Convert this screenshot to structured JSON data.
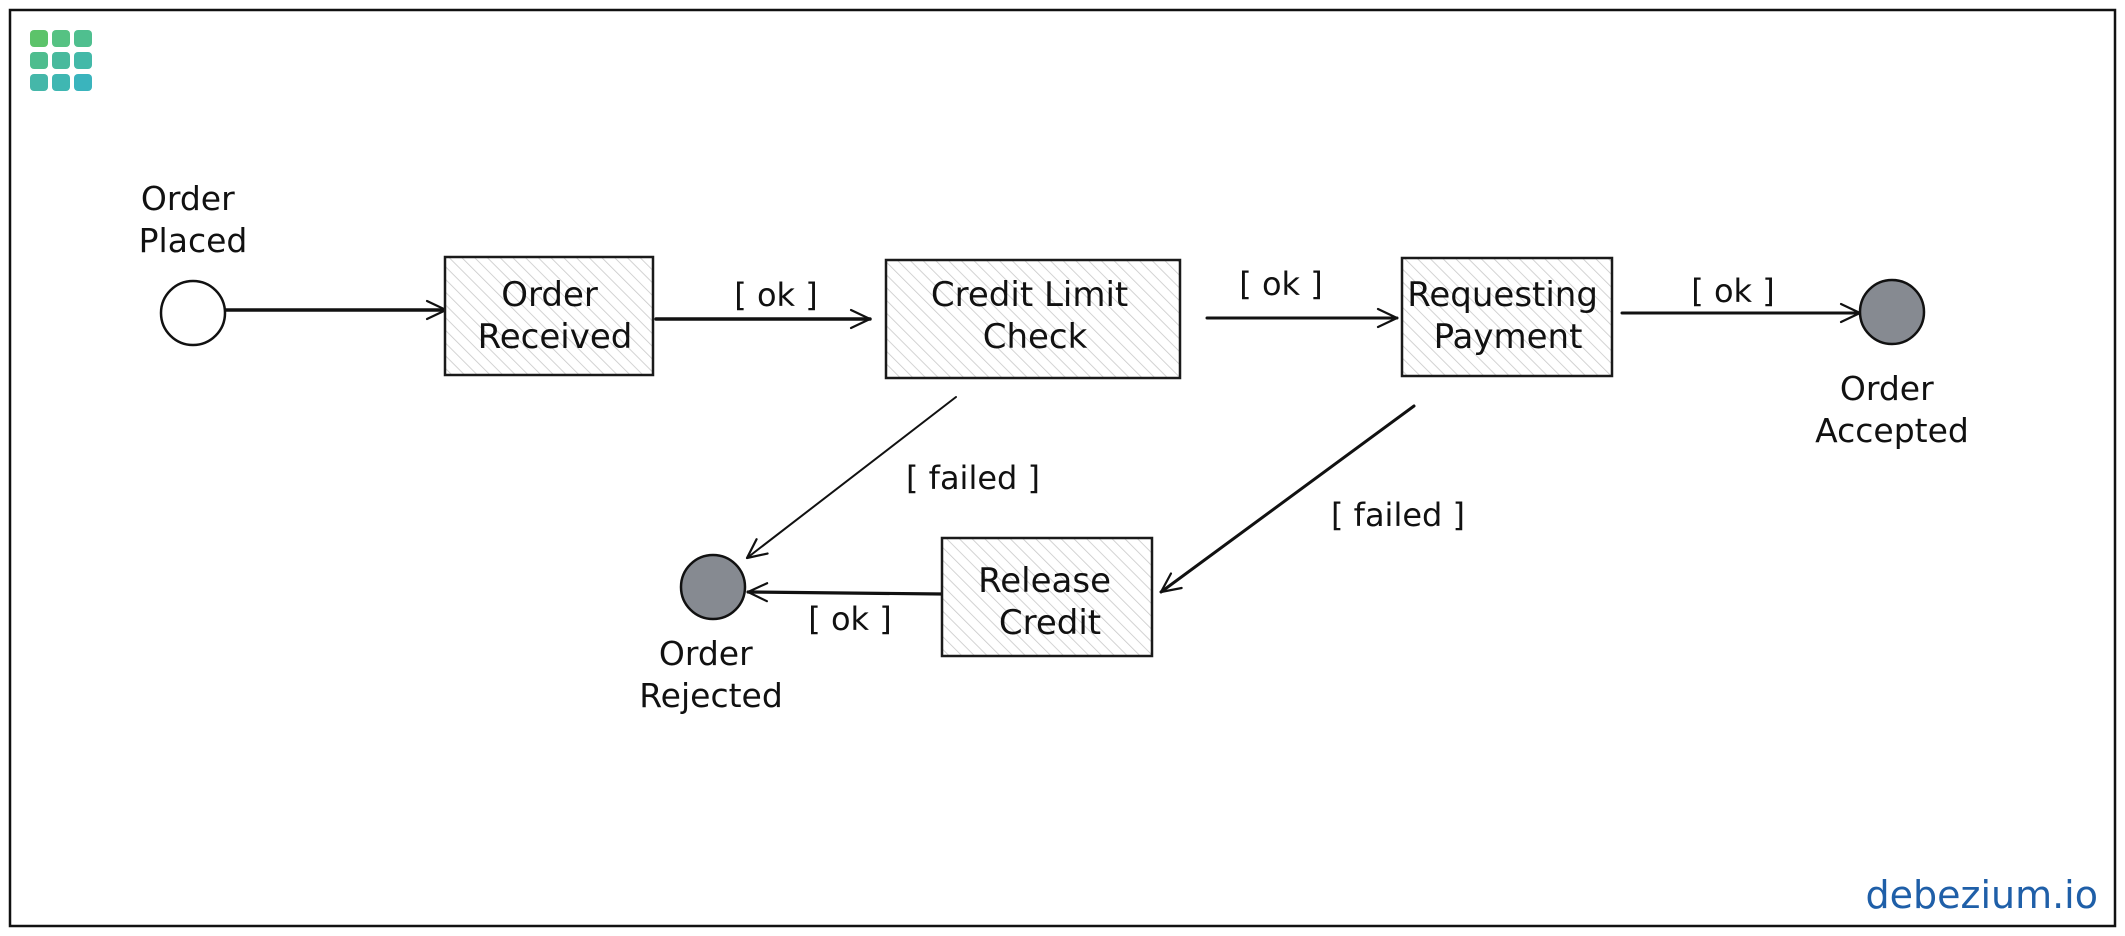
{
  "initial_state": {
    "label_lines": [
      "Order",
      "Placed"
    ]
  },
  "states": {
    "order_received": {
      "label_lines": [
        "Order",
        "Received"
      ]
    },
    "credit_limit_check": {
      "label_lines": [
        "Credit Limit",
        "Check"
      ]
    },
    "requesting_payment": {
      "label_lines": [
        "Requesting",
        "Payment"
      ]
    },
    "release_credit": {
      "label_lines": [
        "Release",
        "Credit"
      ]
    }
  },
  "final_states": {
    "order_accepted": {
      "label_lines": [
        "Order",
        "Accepted"
      ]
    },
    "order_rejected": {
      "label_lines": [
        "Order",
        "Rejected"
      ]
    }
  },
  "guards": {
    "received_to_check": "[ ok ]",
    "check_to_payment": "[ ok ]",
    "payment_to_accepted": "[ ok ]",
    "check_to_rejected": "[ failed ]",
    "payment_to_release": "[ failed ]",
    "release_to_rejected": "[ ok ]"
  },
  "brand": {
    "watermark": "debezium.io",
    "logo_icon": "debezium-logo-icon"
  },
  "colors": {
    "final_state_fill": "#868a91",
    "box_hatch": "#c8c8c8",
    "logo_green": "#5cc36a",
    "logo_teal": "#3fb7b2",
    "brand_blue": "#1f5fa8"
  }
}
